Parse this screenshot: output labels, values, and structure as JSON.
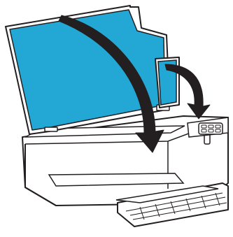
{
  "illustration": {
    "subject": "printer-scanner",
    "lid_state": "open",
    "colors": {
      "lid_inner": "#23a8d6",
      "outline": "#231f20",
      "body": "#ffffff",
      "arrow": "#231f20"
    },
    "arrows": [
      {
        "name": "close-scanner-lid-arrow",
        "direction": "down"
      },
      {
        "name": "close-document-cover-arrow",
        "direction": "down"
      }
    ]
  }
}
